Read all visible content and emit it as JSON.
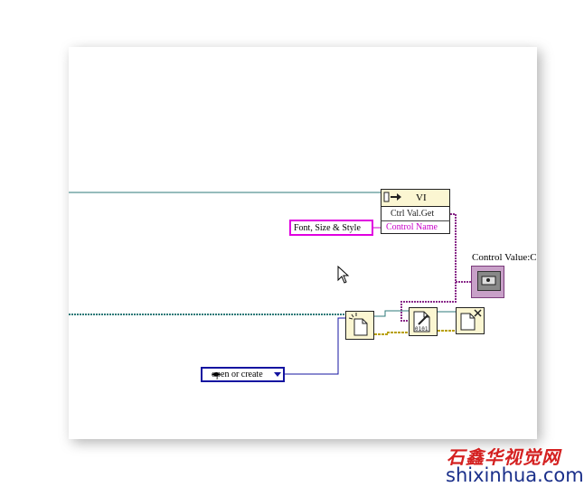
{
  "block_diagram": {
    "property_node": {
      "class": "VI",
      "property": "Ctrl Val.Get",
      "input": "Control Name"
    },
    "string_constant": "Font, Size & Style",
    "enum_constant": "open or create",
    "indicator_label": "Control Value:C"
  },
  "watermark": {
    "chinese": "石鑫华视觉网",
    "url": "shixinhua.com"
  },
  "colors": {
    "wire_refnum": "#2c7a78",
    "wire_string": "#cc00cc",
    "wire_enum": "#1414a0",
    "wire_error": "#b8a000",
    "node_fill": "#fbf6d2"
  }
}
